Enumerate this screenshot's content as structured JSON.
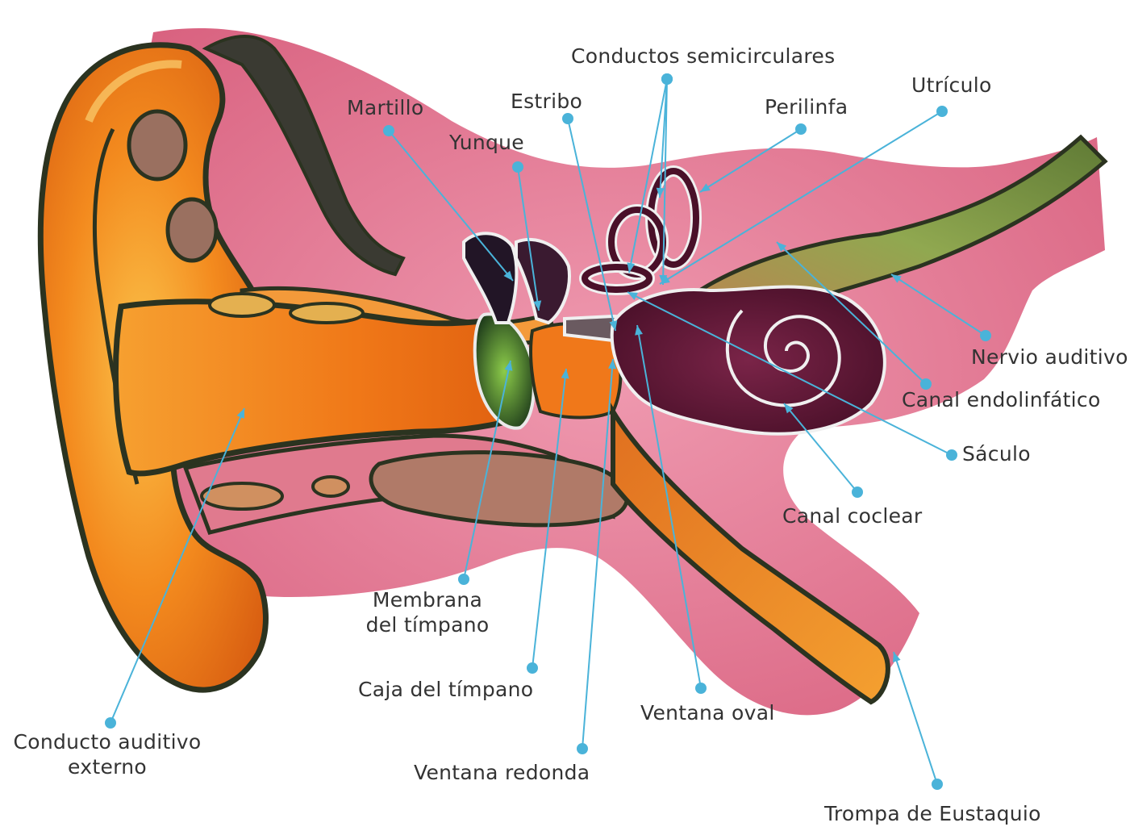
{
  "colors": {
    "tissue": "#e0708e",
    "tissue_light": "#f2a9bd",
    "skin": "#f07a18",
    "skin_light": "#f9b23c",
    "dark_outline": "#2b3320",
    "cochlea": "#5a1733",
    "nerve": "#7aa045",
    "callout": "#4ab3d9",
    "label_text": "#333333"
  },
  "labels": {
    "conductos_semicirculares": "Conductos semicirculares",
    "utriculo": "Utrículo",
    "perilinfa": "Perilinfa",
    "martillo": "Martillo",
    "estribo": "Estribo",
    "yunque": "Yunque",
    "nervio_auditivo": "Nervio auditivo",
    "canal_endolinfatico": "Canal endolinfático",
    "saculo": "Sáculo",
    "canal_coclear": "Canal coclear",
    "membrana_line1": "Membrana",
    "membrana_line2": "del tímpano",
    "caja_del_timpano": "Caja del tímpano",
    "ventana_oval": "Ventana oval",
    "conducto_line1": "Conducto auditivo",
    "conducto_line2": "externo",
    "ventana_redonda": "Ventana redonda",
    "trompa_de_eustaquio": "Trompa de Eustaquio"
  }
}
